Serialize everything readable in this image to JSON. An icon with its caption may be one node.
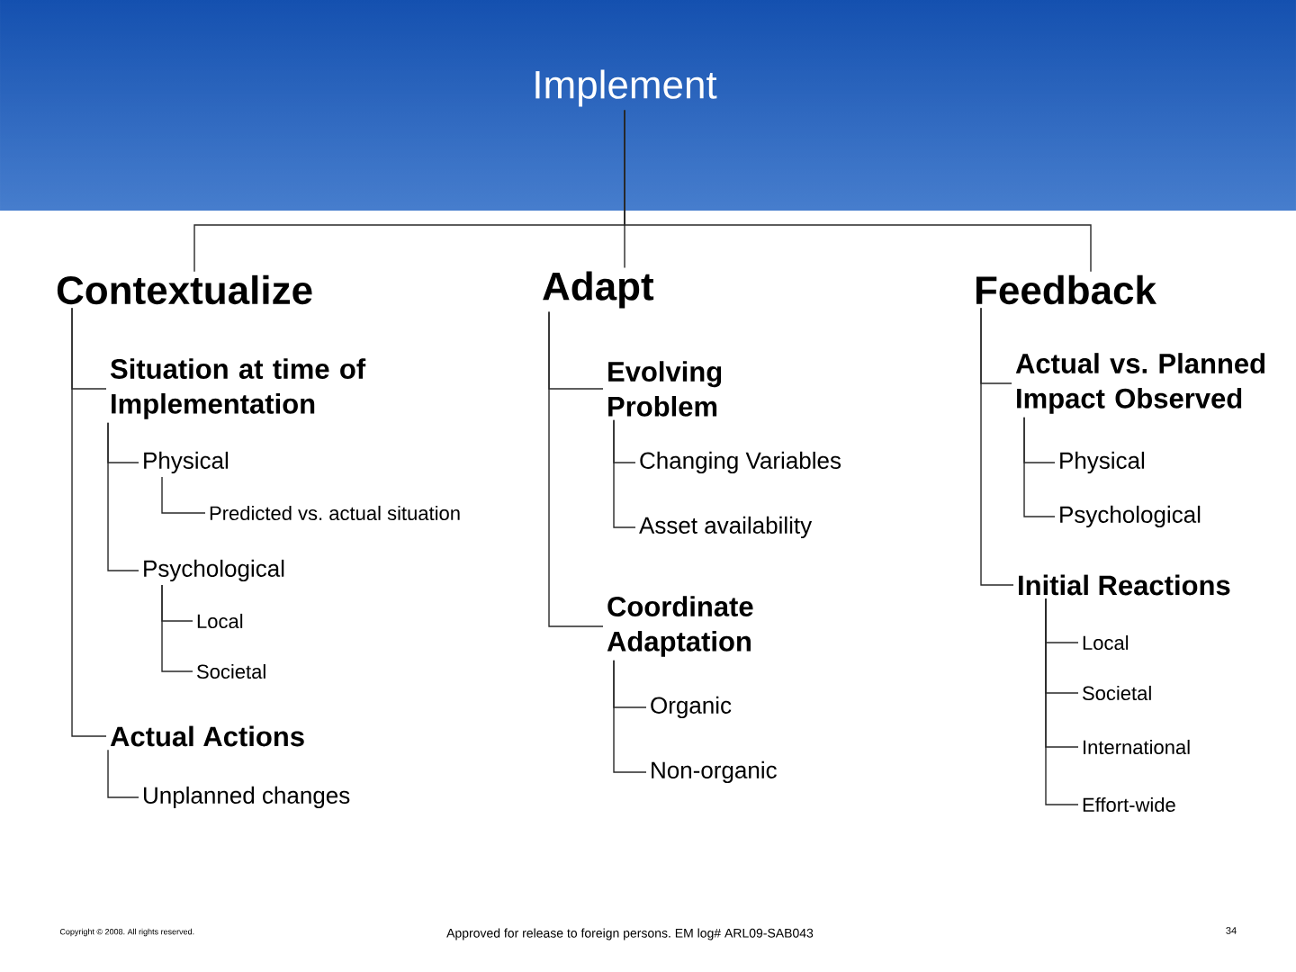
{
  "diagram": {
    "nodes": [
      {
        "text": [
          "Implement"
        ]
      },
      {
        "text": [
          "Contextualize"
        ]
      },
      {
        "text": [
          "Situation at time of Implementation"
        ]
      },
      {
        "text": [
          "Physical"
        ]
      },
      {
        "text": [
          "Predicted vs. actual situation"
        ]
      },
      {
        "text": [
          "Psychological"
        ]
      },
      {
        "text": [
          "Local"
        ]
      },
      {
        "text": [
          "Societal"
        ]
      },
      {
        "text": [
          "Actual Actions"
        ]
      },
      {
        "text": [
          "Unplanned changes"
        ]
      },
      {
        "text": [
          "Adapt"
        ]
      },
      {
        "text": [
          "Evolving Problem"
        ]
      },
      {
        "text": [
          "Changing Variables"
        ]
      },
      {
        "text": [
          "Asset availability"
        ]
      },
      {
        "text": [
          "Coordinate Adaptation"
        ]
      },
      {
        "text": [
          "Organic"
        ]
      },
      {
        "text": [
          "Non-organic"
        ]
      },
      {
        "text": [
          "Feedback"
        ]
      },
      {
        "text": [
          "Actual vs. Planned Impact Observed"
        ]
      },
      {
        "text": [
          "Physical"
        ]
      },
      {
        "text": [
          "Psychological"
        ]
      },
      {
        "text": [
          "Initial Reactions"
        ]
      },
      {
        "text": [
          "Local"
        ]
      },
      {
        "text": [
          "Societal"
        ]
      },
      {
        "text": [
          "International"
        ]
      },
      {
        "text": [
          "Effort-wide"
        ]
      }
    ],
    "edges": [
      {
        "from": 0,
        "to": 1,
        "arrow": "none"
      },
      {
        "from": 0,
        "to": 10,
        "arrow": "none"
      },
      {
        "from": 0,
        "to": 17,
        "arrow": "none"
      },
      {
        "from": 1,
        "to": 2,
        "arrow": "none"
      },
      {
        "from": 2,
        "to": 3,
        "arrow": "none"
      },
      {
        "from": 3,
        "to": 4,
        "arrow": "none"
      },
      {
        "from": 2,
        "to": 5,
        "arrow": "none"
      },
      {
        "from": 5,
        "to": 6,
        "arrow": "none"
      },
      {
        "from": 5,
        "to": 7,
        "arrow": "none"
      },
      {
        "from": 1,
        "to": 8,
        "arrow": "none"
      },
      {
        "from": 8,
        "to": 9,
        "arrow": "none"
      },
      {
        "from": 10,
        "to": 11,
        "arrow": "none"
      },
      {
        "from": 11,
        "to": 12,
        "arrow": "none"
      },
      {
        "from": 11,
        "to": 13,
        "arrow": "none"
      },
      {
        "from": 10,
        "to": 14,
        "arrow": "none"
      },
      {
        "from": 14,
        "to": 15,
        "arrow": "none"
      },
      {
        "from": 14,
        "to": 16,
        "arrow": "none"
      },
      {
        "from": 17,
        "to": 18,
        "arrow": "none"
      },
      {
        "from": 18,
        "to": 19,
        "arrow": "none"
      },
      {
        "from": 18,
        "to": 20,
        "arrow": "none"
      },
      {
        "from": 17,
        "to": 21,
        "arrow": "none"
      },
      {
        "from": 21,
        "to": 22,
        "arrow": "none"
      },
      {
        "from": 21,
        "to": 23,
        "arrow": "none"
      },
      {
        "from": 21,
        "to": 24,
        "arrow": "none"
      },
      {
        "from": 21,
        "to": 25,
        "arrow": "none"
      }
    ],
    "labels": [
      "Copyright © 2008. All rights reserved.",
      "Approved for release to foreign persons. EM log# ARL09-SAB043",
      "34"
    ]
  }
}
